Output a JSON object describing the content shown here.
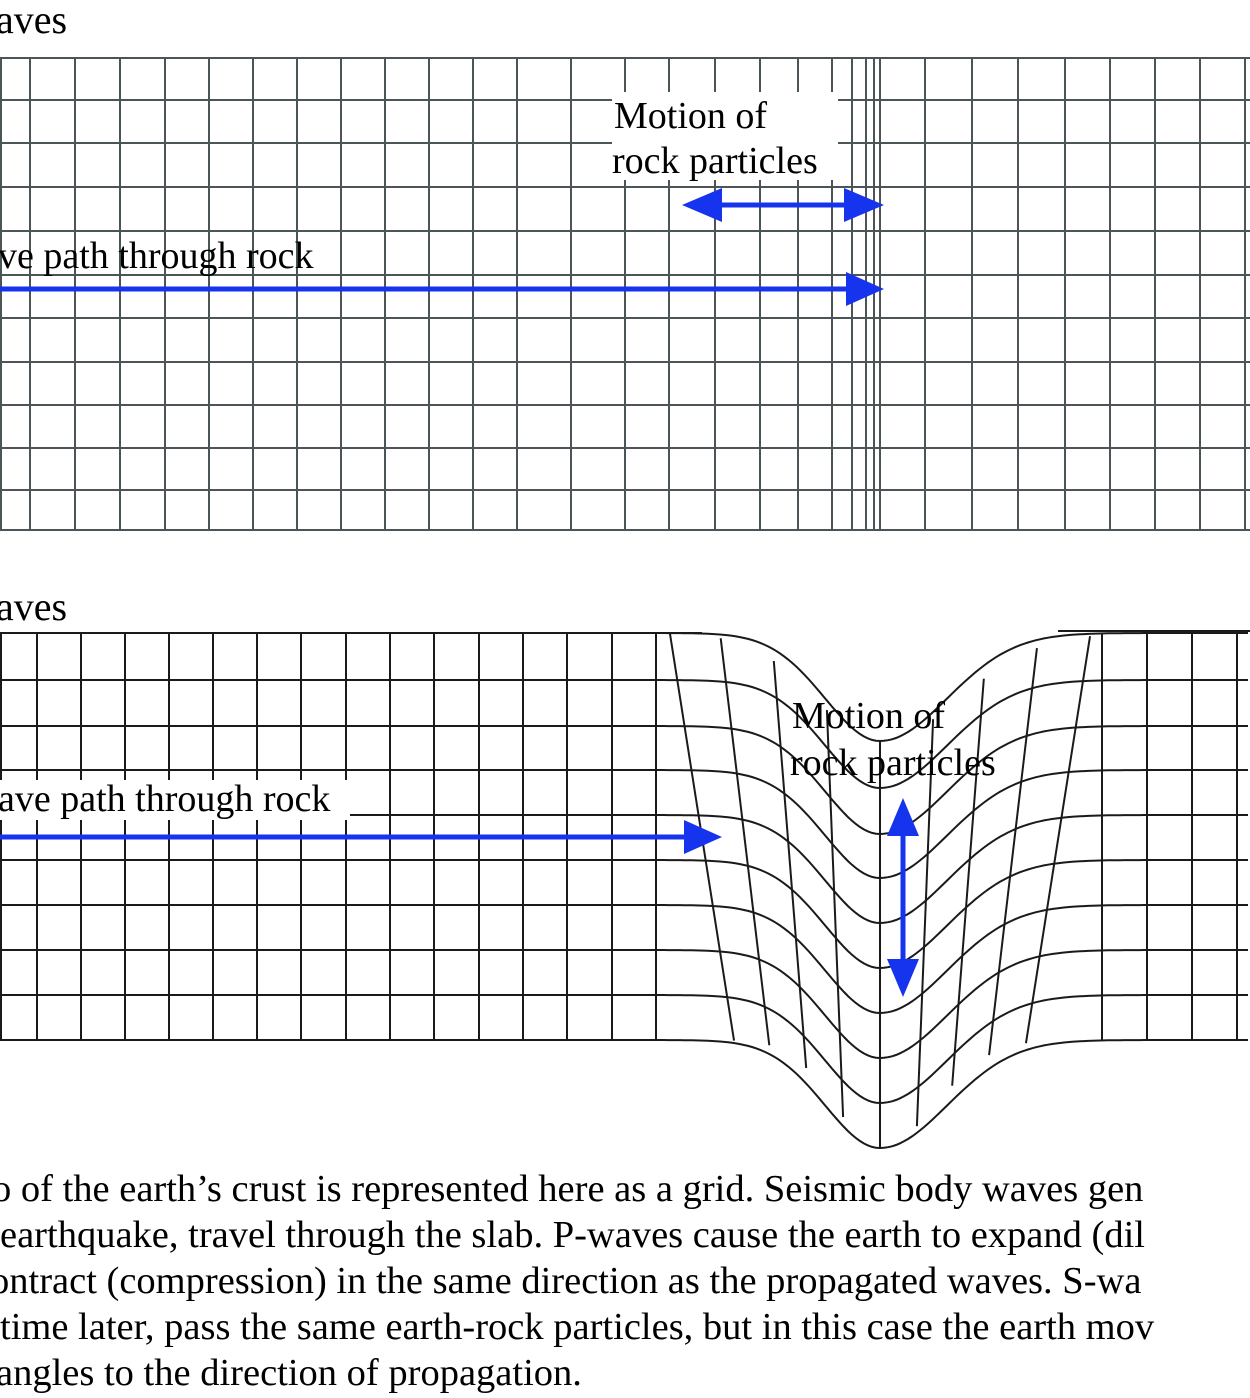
{
  "p_panel": {
    "title": "aves",
    "motion_label_line1": "Motion of",
    "motion_label_line2": "rock particles",
    "path_label": "ve path through rock"
  },
  "s_panel": {
    "title": "aves",
    "motion_label_line1": "Motion of",
    "motion_label_line2": "rock particles",
    "path_label": "ave path through rock"
  },
  "caption": {
    "line1": "o of the earth’s crust is represented here as a grid.  Seismic body waves gen",
    "line2": " earthquake, travel through the slab.  P-waves cause the earth to expand (dil",
    "line3": "ontract (compression) in the same direction as the propagated waves.  S-wa",
    "line4": " time later, pass the same earth-rock particles, but in this case the earth mov",
    "line5": "angles to the direction of propagation."
  },
  "colors": {
    "grid_p": "#4b5557",
    "grid_s": "#1a1a1a",
    "arrow": "#1633ee"
  }
}
